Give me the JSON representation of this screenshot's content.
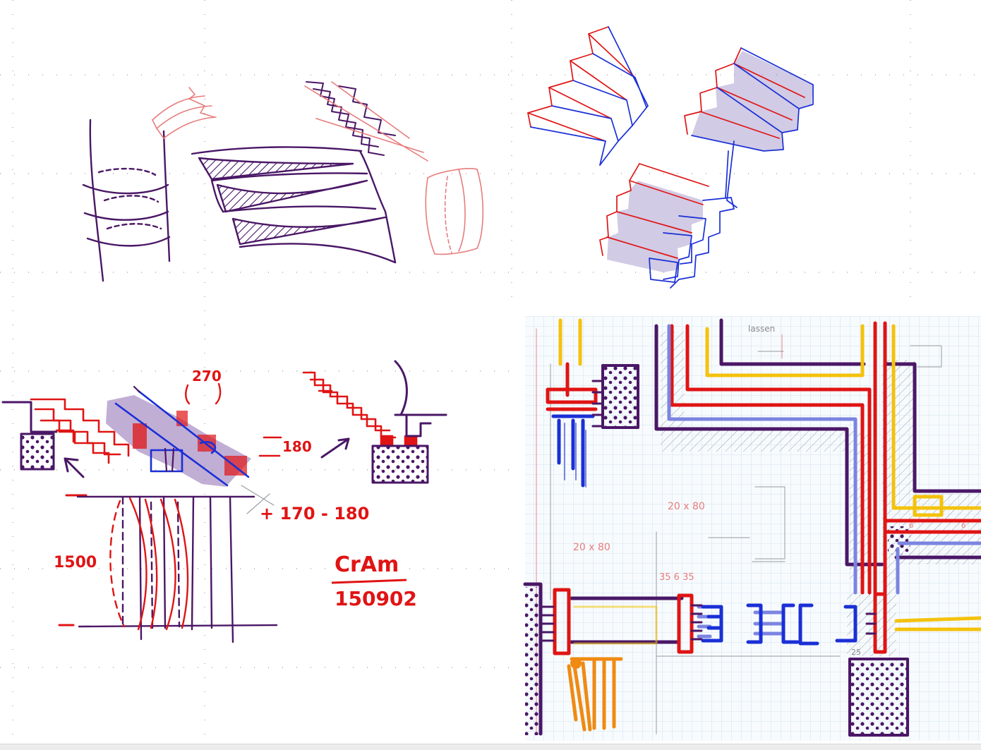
{
  "colors": {
    "purple": "#4a1766",
    "red": "#e01414",
    "blue": "#1a2fd6",
    "lightblue": "#7b84e0",
    "yellow": "#f4c20d",
    "orange": "#f08a12",
    "pink": "#e87c7c",
    "lavender": "#8e6bb3",
    "grid": "#c9dcea"
  },
  "annotations": {
    "dim_270": "270",
    "dim_180": "180",
    "dim_170_180": "+ 170 - 180",
    "dim_1500": "1500",
    "signature_name": "CrAm",
    "signature_date": "150902"
  },
  "plan_labels": {
    "lassen": "lassen",
    "size_a": "20 x 80",
    "size_b": "20 x 80",
    "dims": "35  6  35",
    "tick_a": "6",
    "tick_b": "6",
    "tick_c": "25"
  }
}
